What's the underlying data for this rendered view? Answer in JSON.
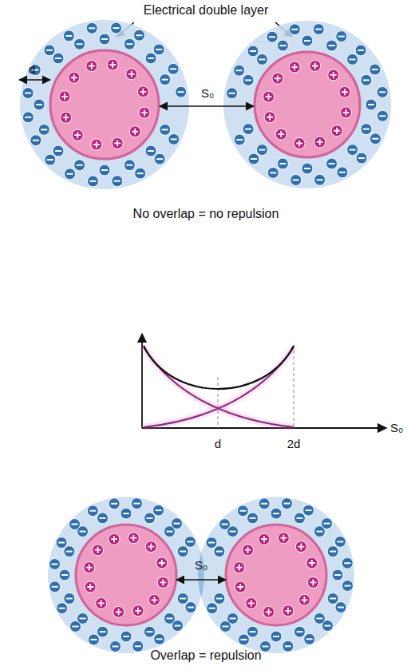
{
  "diagram": {
    "labels": [
      "Electrical double layer",
      "d",
      "S₀",
      "No overlap = no repulsion",
      "d",
      "2d",
      "S₀",
      "S₀",
      "Overlap = repulsion"
    ]
  }
}
